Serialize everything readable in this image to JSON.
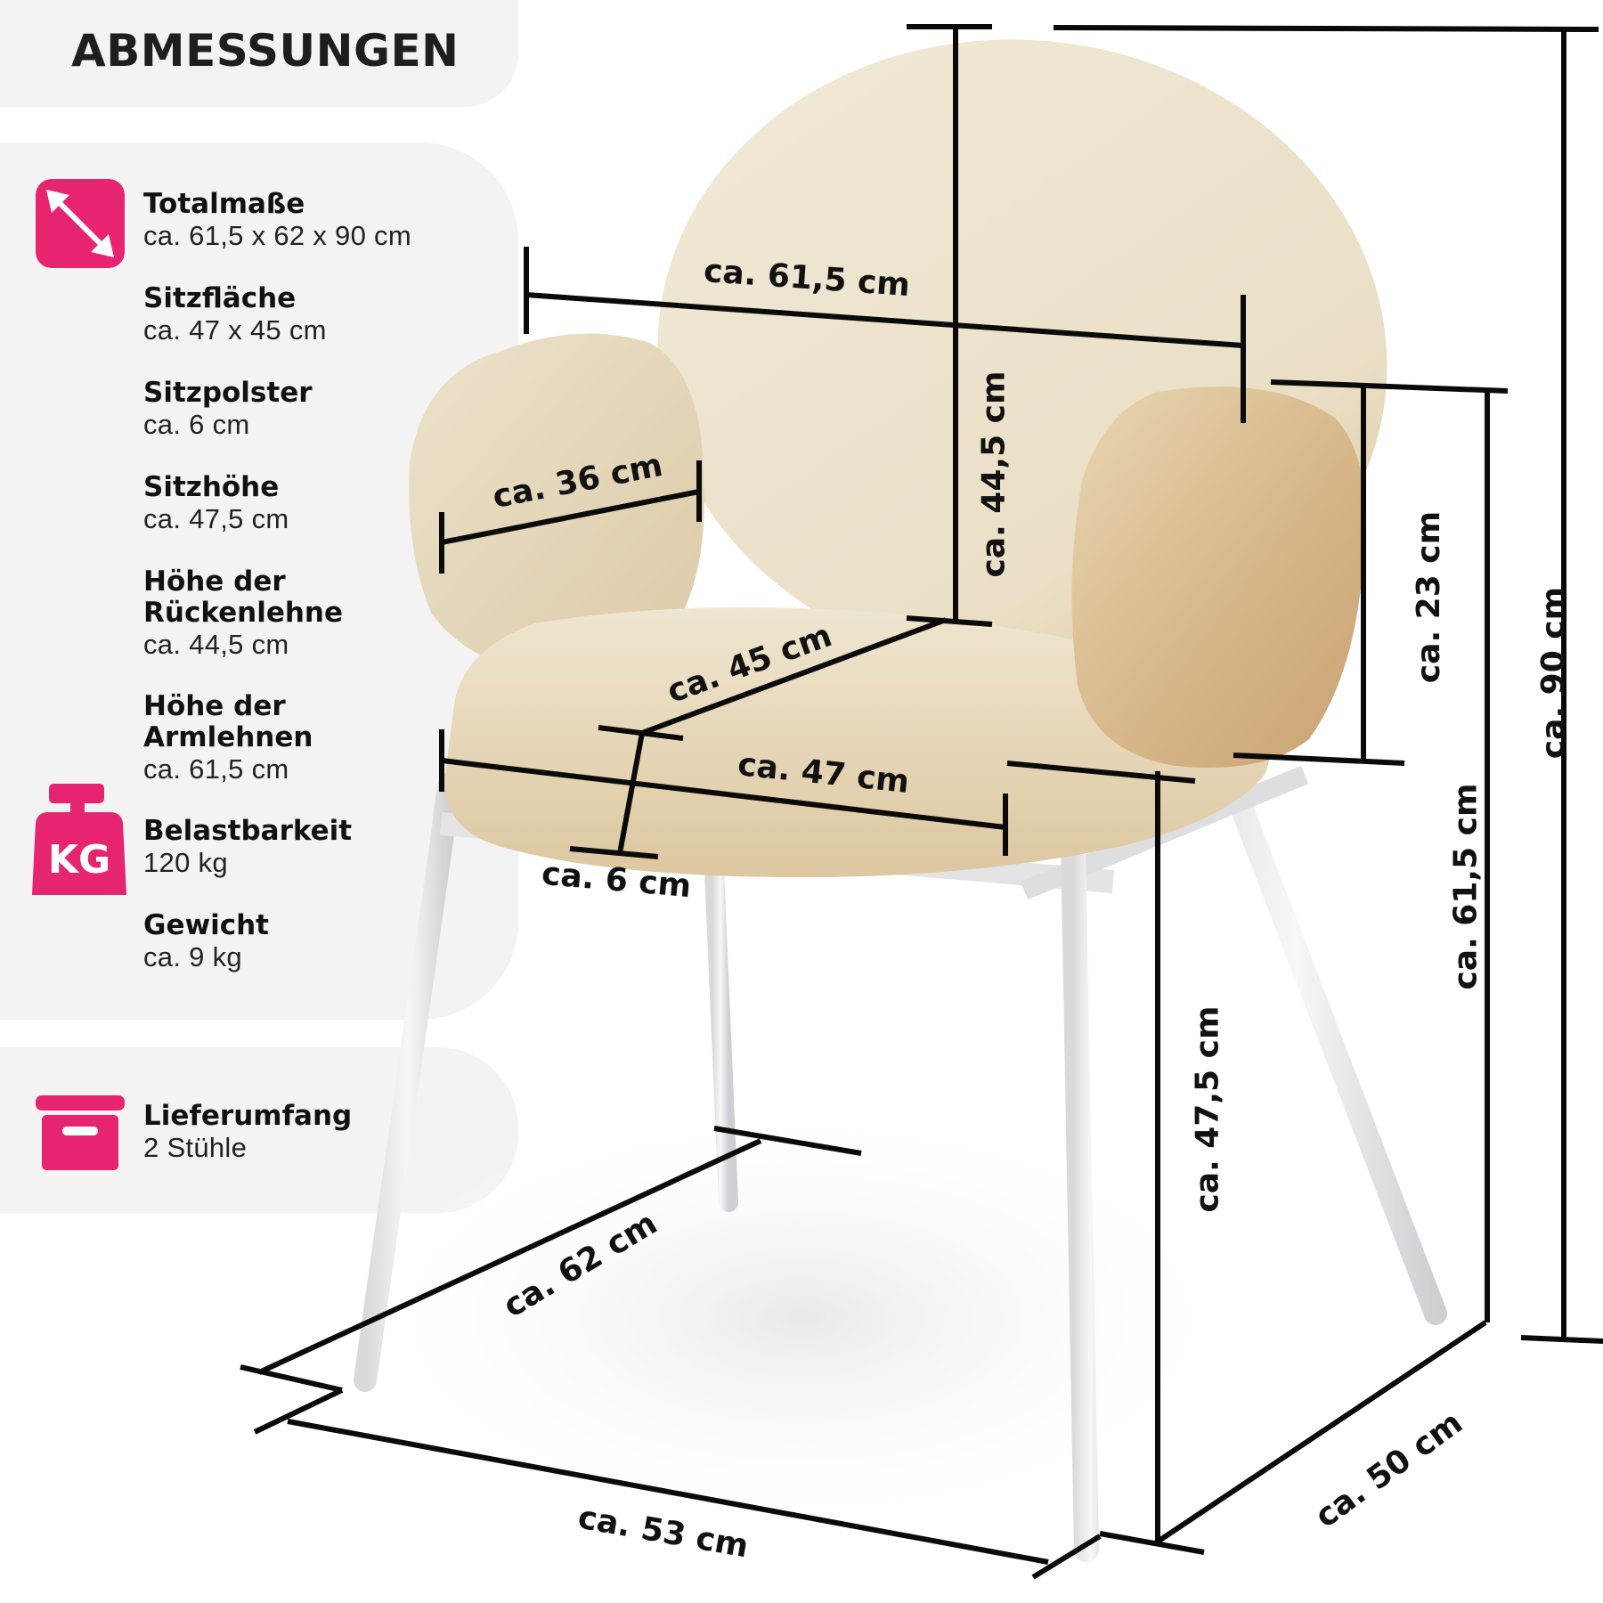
{
  "header": {
    "title": "ABMESSUNGEN"
  },
  "specs": [
    {
      "label": "Totalmaße",
      "value": "ca. 61,5 x 62 x 90 cm",
      "icon": "resize-diagonal-icon"
    },
    {
      "label": "Sitzfläche",
      "value": "ca. 47 x 45 cm"
    },
    {
      "label": "Sitzpolster",
      "value": "ca. 6 cm"
    },
    {
      "label": "Sitzhöhe",
      "value": "ca. 47,5 cm"
    },
    {
      "label": "Höhe der\nRückenlehne",
      "value": "ca. 44,5 cm"
    },
    {
      "label": "Höhe der\nArmlehnen",
      "value": "ca. 61,5 cm"
    },
    {
      "label": "Belastbarkeit",
      "value": "120 kg",
      "icon": "weight-kg-icon",
      "icon_text": "KG"
    },
    {
      "label": "Gewicht",
      "value": "ca. 9 kg"
    }
  ],
  "delivery": {
    "label": "Lieferumfang",
    "value": "2 Stühle",
    "icon": "box-icon"
  },
  "colors": {
    "accent": "#e6246f",
    "card_bg": "#f3f3f3",
    "fabric_light": "#efe6d2",
    "fabric_mid": "#e0d0b0",
    "fabric_dark": "#caa77c",
    "frame": "#e8e8ea",
    "line": "#0a0a0a"
  },
  "dimensions": {
    "overall_width": "ca. 61,5 cm",
    "backrest_height": "ca. 44,5 cm",
    "armrest_width": "ca. 36 cm",
    "seat_depth": "ca. 45 cm",
    "seat_width": "ca. 47 cm",
    "seat_cushion": "ca. 6 cm",
    "armrest_to_seat": "ca. 23 cm",
    "armrest_height": "ca. 61,5 cm",
    "total_height": "ca. 90 cm",
    "seat_height": "ca. 47,5 cm",
    "overall_depth": "ca. 62 cm",
    "base_width": "ca. 53 cm",
    "base_depth": "ca. 50 cm"
  }
}
